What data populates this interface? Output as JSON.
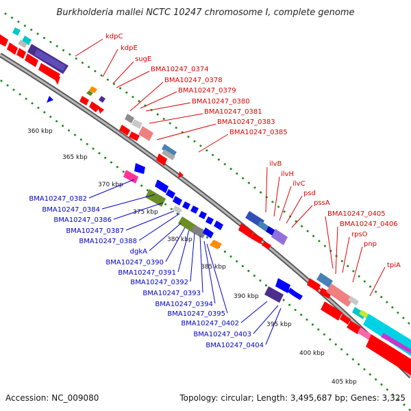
{
  "title": "Burkholderia mallei NCTC 10247 chromosome I, complete genome",
  "footer": {
    "accession": "Accession: NC_009080",
    "summary": "Topology: circular; Length: 3,495,687 bp; Genes: 3,325"
  },
  "scale_ticks": [
    "360 kbp",
    "365 kbp",
    "370 kbp",
    "375 kbp",
    "380 kbp",
    "385 kbp",
    "390 kbp",
    "395 kbp",
    "400 kbp",
    "405 kbp"
  ],
  "gene_labels_forward": [
    "kdpC",
    "kdpE",
    "sugE",
    "BMA10247_0374",
    "BMA10247_0378",
    "BMA10247_0379",
    "BMA10247_0380",
    "BMA10247_0381",
    "BMA10247_0383",
    "BMA10247_0385",
    "ilvB",
    "ilvH",
    "ilvC",
    "psd",
    "pssA",
    "BMA10247_0405",
    "BMA10247_0406",
    "rpsO",
    "pnp",
    "tpiA"
  ],
  "gene_labels_reverse": [
    "BMA10247_0382",
    "BMA10247_0384",
    "BMA10247_0386",
    "BMA10247_0387",
    "BMA10247_0388",
    "dgkA",
    "BMA10247_0390",
    "BMA10247_0391",
    "BMA10247_0392",
    "BMA10247_0393",
    "BMA10247_0394",
    "BMA10247_0395",
    "BMA10247_0402",
    "BMA10247_0403",
    "BMA10247_0404"
  ],
  "colors": {
    "forward_label": "#e00000",
    "reverse_label": "#0000c8",
    "backbone": "#808080",
    "dots": "#1e8c1e",
    "cds_forward": "#ff0000",
    "cds_reverse": "#0000ff"
  }
}
